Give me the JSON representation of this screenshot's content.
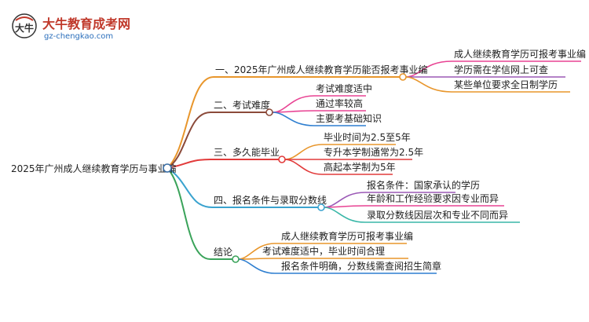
{
  "brand": {
    "name": "大牛教育成考网",
    "url": "gz-chengkao.com",
    "mark": "大牛"
  },
  "colors": {
    "c1": "#e8962c",
    "c2": "#8b4a3a",
    "c3": "#e23b3b",
    "c4": "#3aa3cf",
    "c5": "#3aa35a",
    "leaf1": "#9b59b6",
    "leaf2": "#e84393",
    "leaf3": "#2f7fd0",
    "leaf4": "#e23b3b"
  },
  "mindmap": {
    "root": "2025年广州成人继续教育学历与事业编",
    "branches": [
      {
        "label": "一、2025年广州成人继续教育学历能否报考事业编",
        "children": [
          "成人继续教育学历可报考事业编",
          "学历需在学信网上可查",
          "某些单位要求全日制学历"
        ]
      },
      {
        "label": "二、考试难度",
        "children": [
          "考试难度适中",
          "通过率较高",
          "主要考基础知识"
        ]
      },
      {
        "label": "三、多久能毕业",
        "children": [
          "毕业时间为2.5至5年",
          "专升本学制通常为2.5年",
          "高起本学制为5年"
        ]
      },
      {
        "label": "四、报名条件与录取分数线",
        "children": [
          "报名条件：国家承认的学历",
          "年龄和工作经验要求因专业而异",
          "录取分数线因层次和专业不同而异"
        ]
      },
      {
        "label": "结论",
        "children": [
          "成人继续教育学历可报考事业编",
          "考试难度适中，毕业时间合理",
          "报名条件明确，分数线需查阅招生简章"
        ]
      }
    ]
  }
}
